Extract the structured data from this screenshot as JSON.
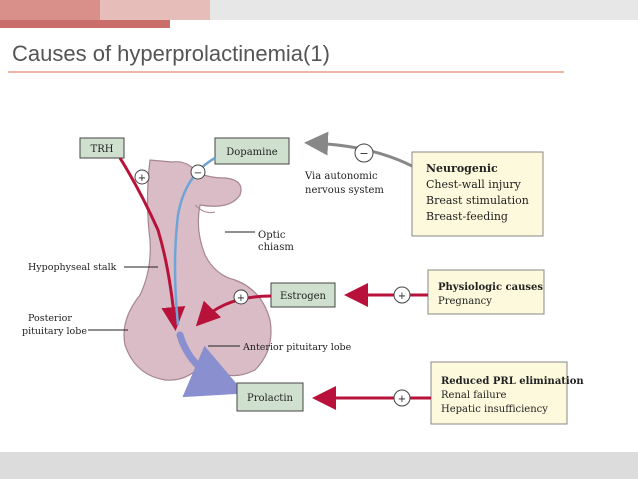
{
  "slide": {
    "title": "Causes of hyperprolactinemia(1)"
  },
  "colors": {
    "accent": "#c96e6a",
    "box_fill": "#fdf9dc",
    "stimulus_box": "#cfe0cf",
    "inhibit_arrow": "#888888",
    "stimulate_arrow": "#b8123a",
    "dopamine_line": "#6fa5d6",
    "pituitary": "#d9bcc6"
  },
  "diagram": {
    "trh": "TRH",
    "dopamine": "Dopamine",
    "estrogen": "Estrogen",
    "prolactin": "Prolactin",
    "plus": "+",
    "minus": "−",
    "via_line1": "Via autonomic",
    "via_line2": "nervous system",
    "optic_line1": "Optic",
    "optic_line2": "chiasm",
    "stalk": "Hypophyseal stalk",
    "posterior_line1": "Posterior",
    "posterior_line2": "pituitary lobe",
    "anterior": "Anterior pituitary lobe",
    "neurogenic": {
      "title": "Neurogenic",
      "items": [
        "Chest-wall injury",
        "Breast stimulation",
        "Breast-feeding"
      ]
    },
    "physiologic": {
      "title": "Physiologic causes",
      "items": [
        "Pregnancy"
      ]
    },
    "reduced": {
      "title": "Reduced PRL elimination",
      "items": [
        "Renal failure",
        "Hepatic insufficiency"
      ]
    }
  }
}
